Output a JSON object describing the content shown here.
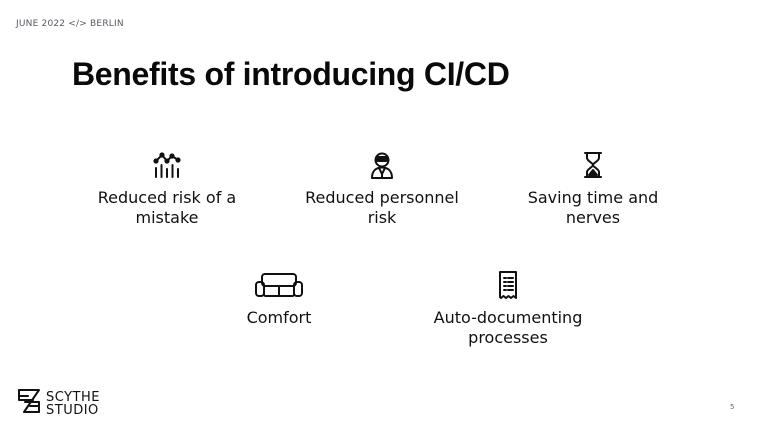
{
  "slide": {
    "event_label": "JUNE 2022 </> BERLIN",
    "title": "Benefits of introducing CI/CD",
    "page_number": "5",
    "benefits": [
      {
        "icon": "analytics-chart-icon",
        "label_line1": "Reduced risk of a",
        "label_line2": "mistake"
      },
      {
        "icon": "person-avatar-icon",
        "label_line1": "Reduced personnel",
        "label_line2": "risk"
      },
      {
        "icon": "hourglass-icon",
        "label_line1": "Saving time and",
        "label_line2": "nerves"
      },
      {
        "icon": "sofa-icon",
        "label_line1": "Comfort",
        "label_line2": ""
      },
      {
        "icon": "receipt-document-icon",
        "label_line1": "Auto-documenting",
        "label_line2": "processes"
      }
    ]
  },
  "logo": {
    "line1": "SCYTHE",
    "line2": "STUDIO"
  }
}
